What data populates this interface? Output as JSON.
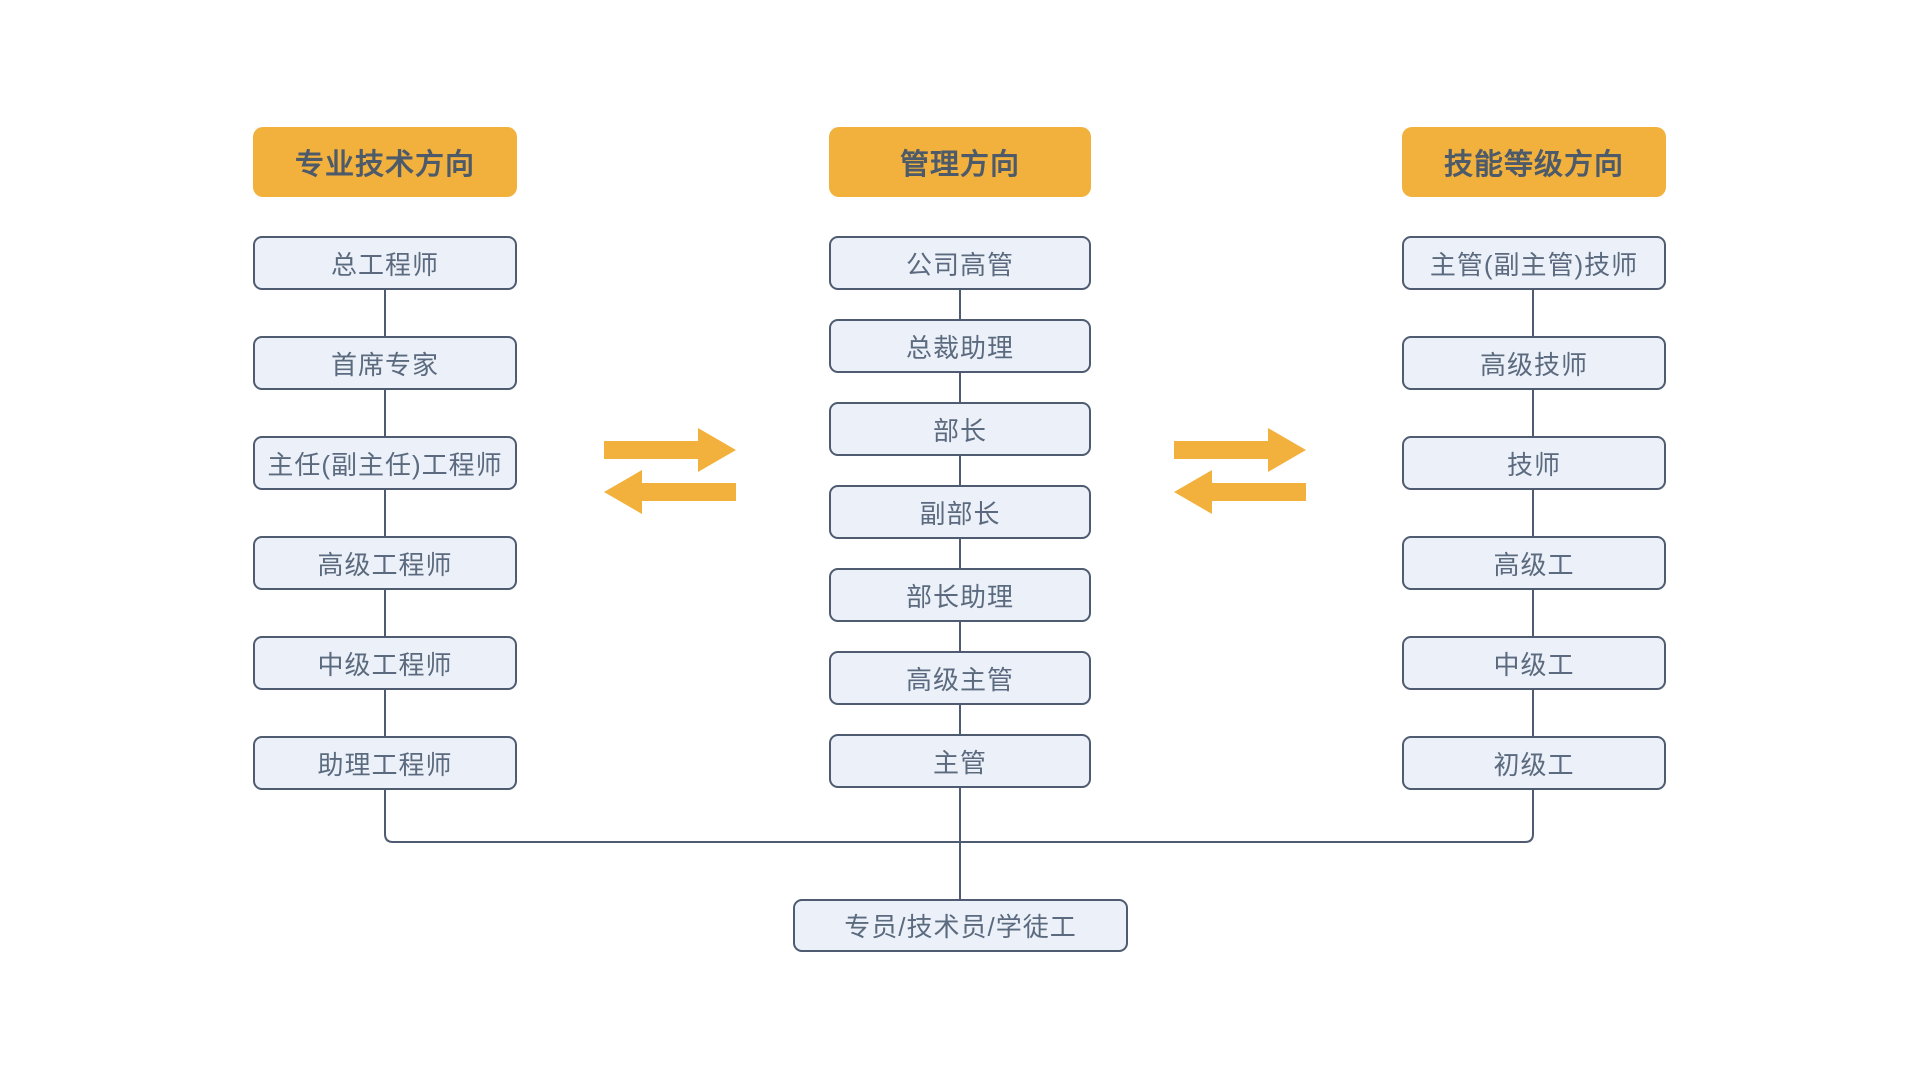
{
  "diagram": {
    "title_note": "career development paths diagram",
    "columns": [
      {
        "header": "专业技术方向",
        "nodes": [
          "总工程师",
          "首席专家",
          "主任(副主任)工程师",
          "高级工程师",
          "中级工程师",
          "助理工程师"
        ]
      },
      {
        "header": "管理方向",
        "nodes": [
          "公司高管",
          "总裁助理",
          "部长",
          "副部长",
          "部长助理",
          "高级主管",
          "主管"
        ]
      },
      {
        "header": "技能等级方向",
        "nodes": [
          "主管(副主管)技师",
          "高级技师",
          "技师",
          "高级工",
          "中级工",
          "初级工"
        ]
      }
    ],
    "base_node": "专员/技术员/学徒工",
    "colors": {
      "background": "#FFFFFF",
      "header_fill": "#F2B13D",
      "header_text": "#4D5A6A",
      "node_fill": "#ECF1F9",
      "node_border": "#4E5B70",
      "node_text": "#5B6A7E",
      "connector_line": "#4E5B70",
      "arrow": "#F2B13D"
    }
  }
}
